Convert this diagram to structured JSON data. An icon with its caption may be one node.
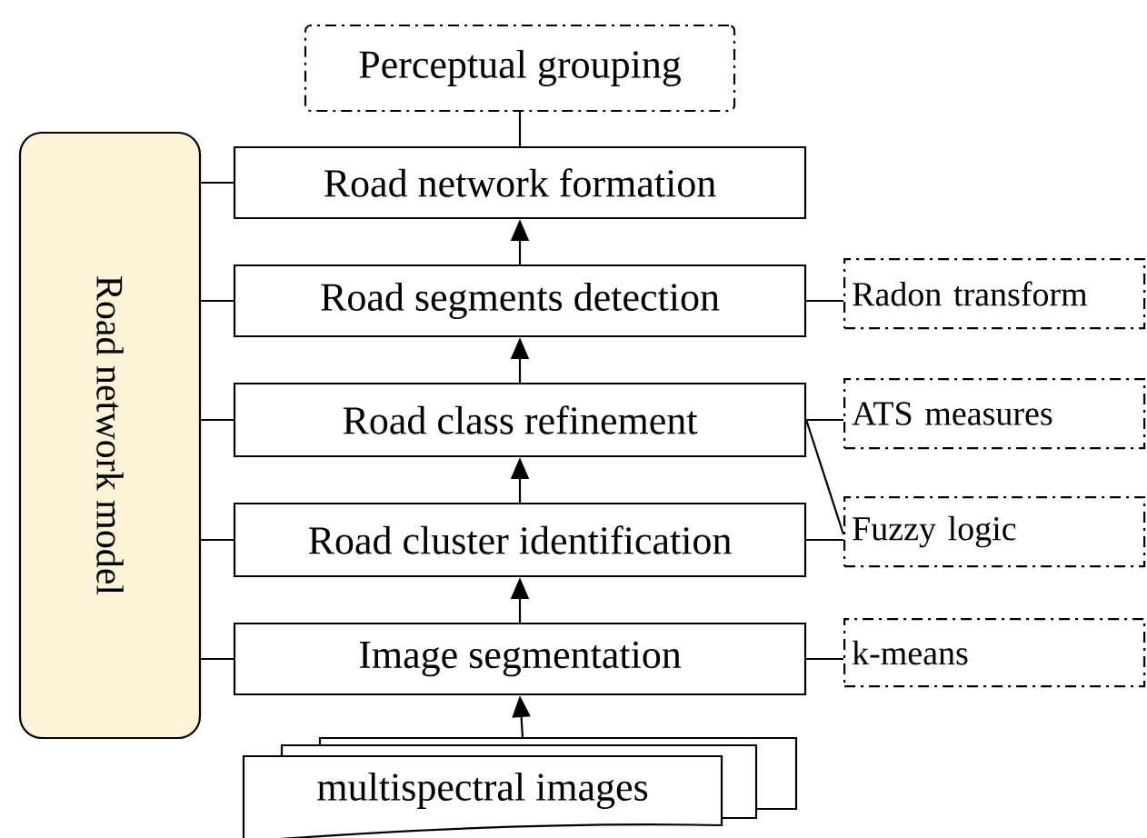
{
  "diagram": {
    "nodes": [
      {
        "text": [
          "Perceptual grouping"
        ]
      },
      {
        "text": [
          "Road network model"
        ]
      },
      {
        "text": [
          "Road network formation"
        ]
      },
      {
        "text": [
          "Road segments detection"
        ]
      },
      {
        "text": [
          "Road class refinement"
        ]
      },
      {
        "text": [
          "Road cluster identification"
        ]
      },
      {
        "text": [
          "Image segmentation"
        ]
      },
      {
        "text": [
          "multispectral images"
        ]
      },
      {
        "text": [
          "Radon transform"
        ]
      },
      {
        "text": [
          "ATS measures"
        ]
      },
      {
        "text": [
          "Fuzzy logic"
        ]
      },
      {
        "text": [
          "k-means"
        ]
      }
    ],
    "edges": [
      {
        "from": 2,
        "to": 0,
        "arrow": "none"
      },
      {
        "from": 3,
        "to": 2,
        "arrow": "to"
      },
      {
        "from": 4,
        "to": 3,
        "arrow": "to"
      },
      {
        "from": 5,
        "to": 4,
        "arrow": "to"
      },
      {
        "from": 6,
        "to": 5,
        "arrow": "to"
      },
      {
        "from": 7,
        "to": 6,
        "arrow": "to"
      },
      {
        "from": 1,
        "to": 2,
        "arrow": "none"
      },
      {
        "from": 1,
        "to": 3,
        "arrow": "none"
      },
      {
        "from": 1,
        "to": 4,
        "arrow": "none"
      },
      {
        "from": 1,
        "to": 5,
        "arrow": "none"
      },
      {
        "from": 1,
        "to": 6,
        "arrow": "none"
      },
      {
        "from": 3,
        "to": 8,
        "arrow": "none"
      },
      {
        "from": 4,
        "to": 9,
        "arrow": "none"
      },
      {
        "from": 4,
        "to": 10,
        "arrow": "none"
      },
      {
        "from": 5,
        "to": 10,
        "arrow": "none"
      },
      {
        "from": 6,
        "to": 11,
        "arrow": "none"
      }
    ]
  }
}
